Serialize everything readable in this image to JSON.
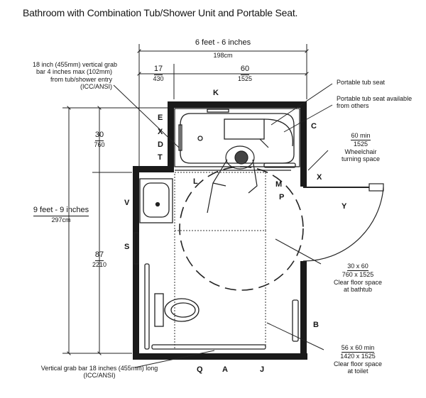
{
  "title": "Bathroom with Combination Tub/Shower Unit and Portable Seat.",
  "dimensions": {
    "overall_width": "6 feet - 6 inches",
    "overall_width_metric": "198cm",
    "left_offset": "17",
    "left_offset_metric": "430",
    "tub_length": "60",
    "tub_length_metric": "1525",
    "overall_length": "9 feet - 9 inches",
    "overall_length_metric": "297cm",
    "tub_depth": "30",
    "tub_depth_metric": "760",
    "room_length": "87",
    "room_length_metric": "2210"
  },
  "notes": {
    "grab_bar_vertical_entry": [
      "18 inch (455mm) vertical grab",
      "bar 4 inches max (102mm)",
      "from tub/shower entry",
      "(ICC/ANSI)"
    ],
    "portable_tub_seat": "Portable tub seat",
    "portable_tub_seat_available": [
      "Portable tub seat available",
      "from others"
    ],
    "turning_space": [
      "60 min",
      "1525",
      "Wheelchair",
      "turning space"
    ],
    "clear_floor_bathtub": [
      "30 x 60",
      "760 x 1525",
      "Clear floor space",
      "at bathtub"
    ],
    "clear_floor_toilet": [
      "56 x 60 min",
      "1420 x 1525",
      "Clear floor space",
      "at toilet"
    ],
    "grab_bar_vertical_toilet": [
      "Vertical grab bar 18 inches (455mm) long",
      "(ICC/ANSI)"
    ]
  },
  "letters": {
    "k": "K",
    "e": "E",
    "c": "C",
    "d": "D",
    "t": "T",
    "x": "X",
    "y": "Y",
    "l": "L",
    "m": "M",
    "p": "P",
    "v": "V",
    "s": "S",
    "b": "B",
    "q": "Q",
    "a": "A",
    "j": "J"
  }
}
